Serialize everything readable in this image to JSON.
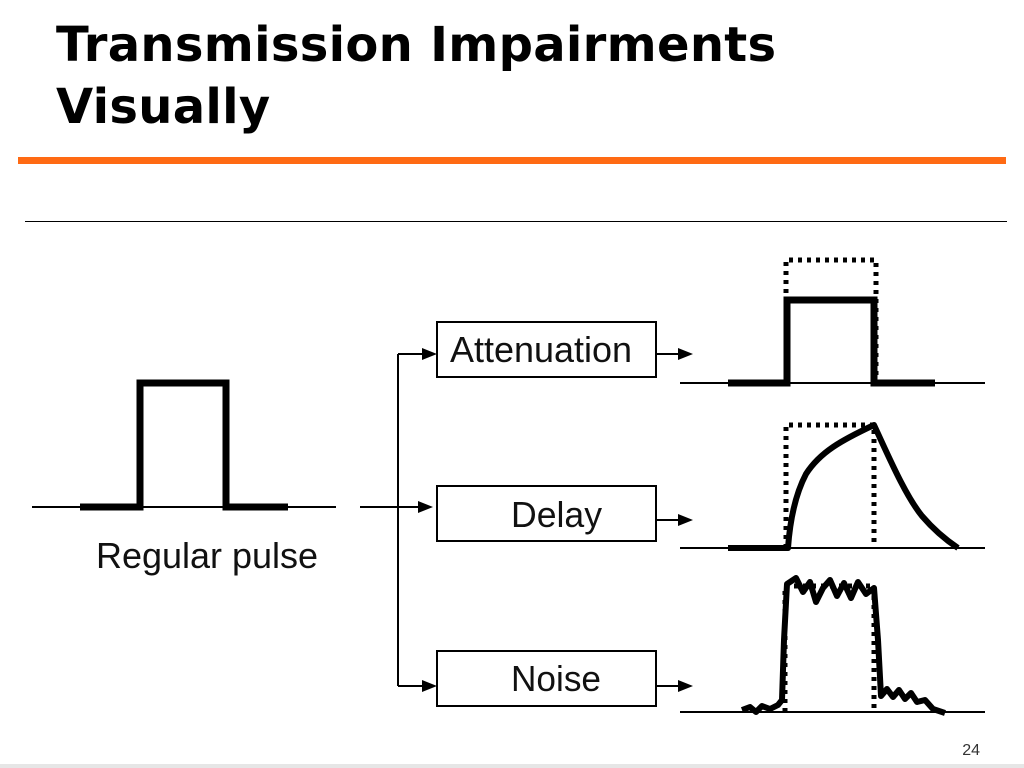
{
  "slide": {
    "title": "Transmission Impairments Visually",
    "page_number": "24",
    "accent_color": "#FF6A13"
  },
  "diagram": {
    "input_label": "Regular pulse",
    "impairments": [
      {
        "label": "Attenuation"
      },
      {
        "label": "Delay"
      },
      {
        "label": "Noise"
      }
    ]
  }
}
